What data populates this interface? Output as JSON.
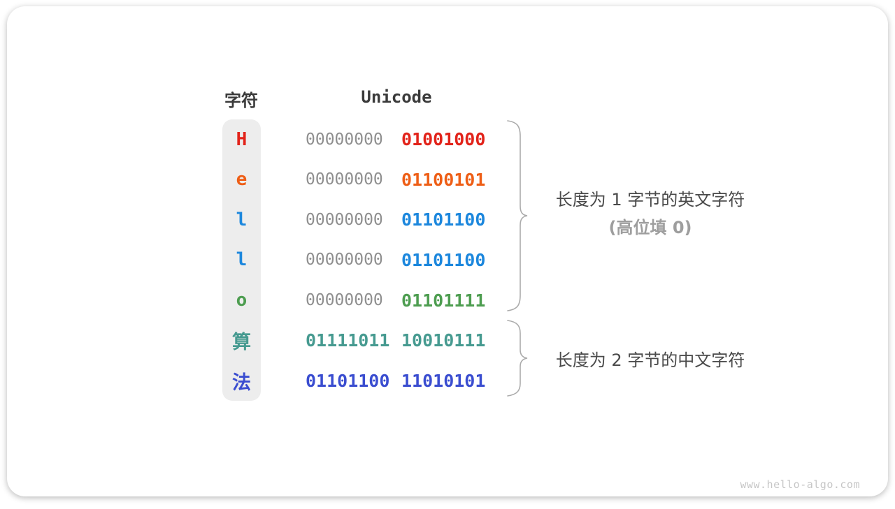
{
  "header": {
    "char_label": "字符",
    "unicode_label": "Unicode"
  },
  "rows": [
    {
      "char": "H",
      "color": "#e2231a",
      "byte1": "00000000",
      "byte1_color": "#8f8f8f",
      "byte2": "01001000"
    },
    {
      "char": "e",
      "color": "#ee5e16",
      "byte1": "00000000",
      "byte1_color": "#8f8f8f",
      "byte2": "01100101"
    },
    {
      "char": "l",
      "color": "#1c87dd",
      "byte1": "00000000",
      "byte1_color": "#8f8f8f",
      "byte2": "01101100"
    },
    {
      "char": "l",
      "color": "#1c87dd",
      "byte1": "00000000",
      "byte1_color": "#8f8f8f",
      "byte2": "01101100"
    },
    {
      "char": "o",
      "color": "#4d9d50",
      "byte1": "00000000",
      "byte1_color": "#8f8f8f",
      "byte2": "01101111"
    },
    {
      "char": "算",
      "color": "#469a90",
      "byte1": "01111011",
      "byte1_color": "#469a90",
      "byte2": "10010111"
    },
    {
      "char": "法",
      "color": "#3a4dd0",
      "byte1": "01101100",
      "byte1_color": "#3a4dd0",
      "byte2": "11010101"
    }
  ],
  "annotations": {
    "english": {
      "line1": "长度为 1 字节的英文字符",
      "line2": "(高位填 0)"
    },
    "chinese": {
      "line1": "长度为 2 字节的中文字符"
    }
  },
  "watermark": "www.hello-algo.com",
  "colors": {
    "header_text": "#3a3a3a",
    "column_bg": "#ededed",
    "bits_padding_gray": "#8f8f8f",
    "annotation_text": "#4a4a4a",
    "annotation_sub_text": "#9e9e9e",
    "brace_stroke": "#ababab",
    "watermark_text": "#c6c6c6"
  }
}
